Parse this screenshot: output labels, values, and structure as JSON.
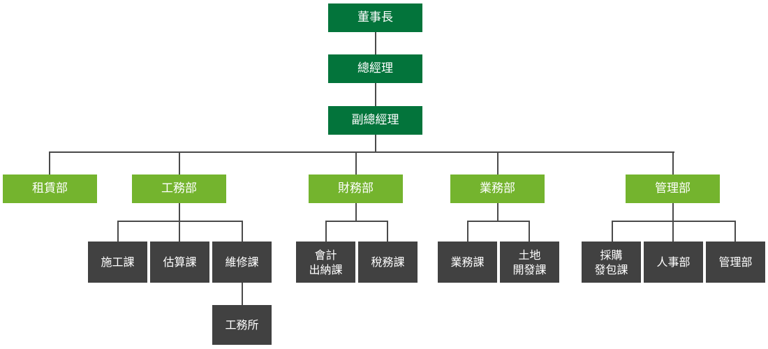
{
  "colors": {
    "executive": "#03743b",
    "department": "#74b42e",
    "unit": "#414141",
    "connector": "#4a4a4a",
    "text": "#ffffff"
  },
  "executives": {
    "chairman": "董事長",
    "general_manager": "總經理",
    "deputy_general_manager": "副總經理"
  },
  "departments": [
    {
      "label": "租賃部",
      "units": []
    },
    {
      "label": "工務部",
      "units": [
        {
          "label": "施工課"
        },
        {
          "label": "估算課"
        },
        {
          "label": "維修課",
          "sub": "工務所"
        }
      ]
    },
    {
      "label": "財務部",
      "units": [
        {
          "label": "會計\n出納課"
        },
        {
          "label": "稅務課"
        }
      ]
    },
    {
      "label": "業務部",
      "units": [
        {
          "label": "業務課"
        },
        {
          "label": "土地\n開發課"
        }
      ]
    },
    {
      "label": "管理部",
      "units": [
        {
          "label": "採購\n發包課"
        },
        {
          "label": "人事部"
        },
        {
          "label": "管理部"
        }
      ]
    }
  ]
}
